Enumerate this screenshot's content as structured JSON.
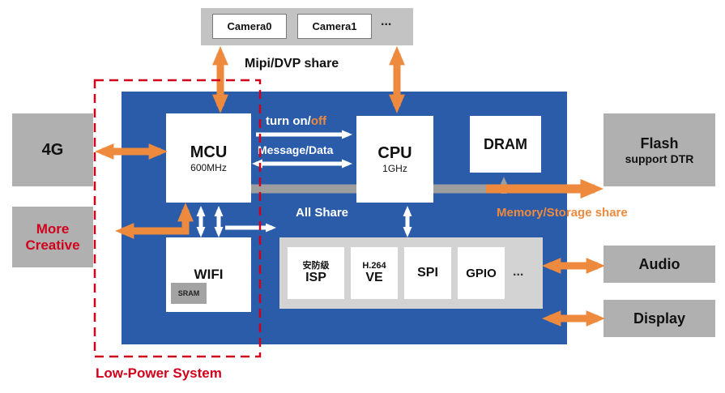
{
  "diagram": {
    "camera_strip": {
      "camera0": "Camera0",
      "camera1": "Camera1",
      "dots": "...",
      "share_label": "Mipi/DVP share"
    },
    "left": {
      "four_g": "4G",
      "more": "More",
      "creative": "Creative"
    },
    "right": {
      "flash": "Flash",
      "flash_sub": "support DTR",
      "audio": "Audio",
      "display": "Display"
    },
    "soc": {
      "mcu": "MCU",
      "mcu_freq": "600MHz",
      "cpu": "CPU",
      "cpu_freq": "1GHz",
      "dram": "DRAM",
      "wifi": "WIFI",
      "sram": "SRAM",
      "isp_tag": "安防级",
      "isp": "ISP",
      "ve_tag": "H.264",
      "ve": "VE",
      "spi": "SPI",
      "gpio": "GPIO",
      "periph_dots": "...",
      "turn_on": "turn on/",
      "turn_off": "off",
      "message_data": "Message/Data",
      "all_share": "All Share",
      "memory_share": "Memory/Storage share"
    },
    "low_power": "Low-Power System",
    "colors": {
      "blue": "#2a5caa",
      "orange": "#ee8a3e",
      "red": "#d0021b",
      "gray": "#b0b0b0"
    }
  }
}
